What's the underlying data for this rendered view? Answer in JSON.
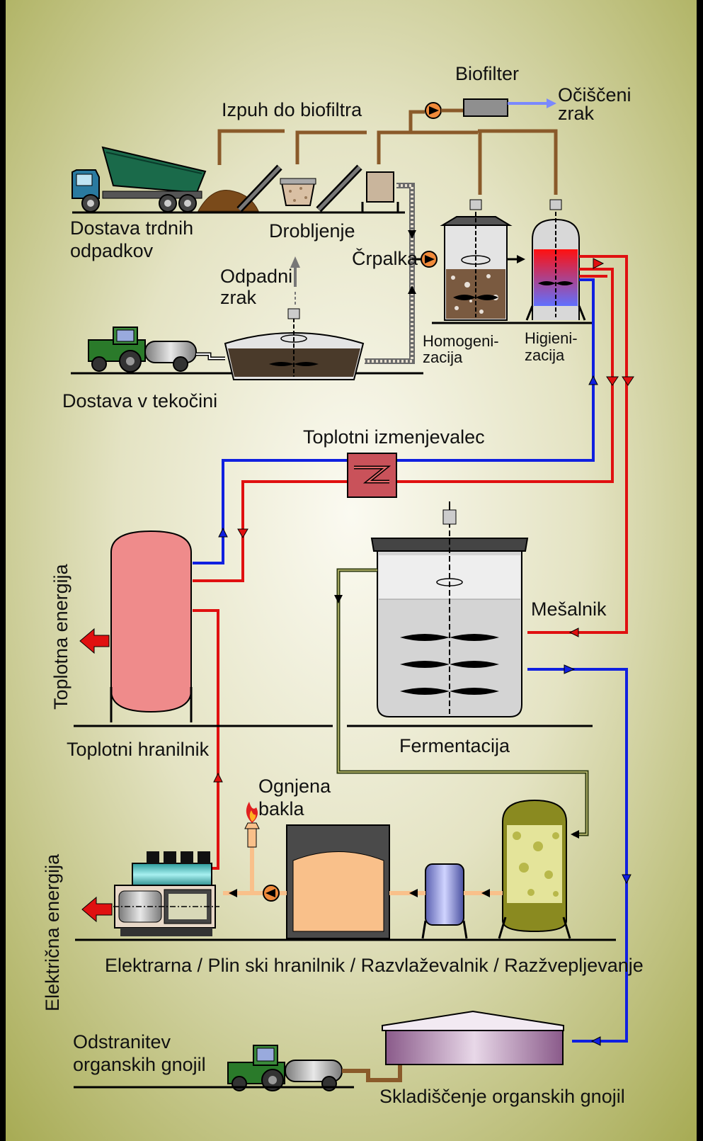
{
  "labels": {
    "biofilter": "Biofilter",
    "clean_air_1": "Očiščeni",
    "clean_air_2": "zrak",
    "exhaust_to_biofilter": "Izpuh do biofiltra",
    "solid_waste_delivery_1": "Dostava trdnih",
    "solid_waste_delivery_2": "odpadkov",
    "crushing": "Drobljenje",
    "pump": "Črpalka",
    "waste_air_1": "Odpadni",
    "waste_air_2": "zrak",
    "homogenization_1": "Homogeni-",
    "homogenization_2": "zacija",
    "hygienization_1": "Higieni-",
    "hygienization_2": "zacija",
    "liquid_delivery": "Dostava v tekočini",
    "heat_exchanger": "Toplotni izmenjevalec",
    "heat_energy": "Toplotna energija",
    "mixer": "Mešalnik",
    "heat_storage": "Toplotni hranilnik",
    "fermentation": "Fermentacija",
    "flare_1": "Ognjena",
    "flare_2": "bakla",
    "electric_energy": "Električna  energija",
    "plant_row": "Elektrarna   /   Plin ski hranilnik   /   Razvlaževalnik / Razžvepljevanje",
    "fertilizer_removal_1": "Odstranitev",
    "fertilizer_removal_2": "organskih gnojil",
    "fertilizer_storage": "Skladiščenje organskih gnojil"
  },
  "colors": {
    "background_center": "#f2f1e4",
    "background_edge": "#a9ad57",
    "hot_pipe": "#e01010",
    "cold_pipe": "#1020e0",
    "gas_pipe": "#2e3a10",
    "air_pipe": "#8a5a2a",
    "heat_storage_tank": "#ef8b8b",
    "gas_storage": "#f9c08a"
  }
}
